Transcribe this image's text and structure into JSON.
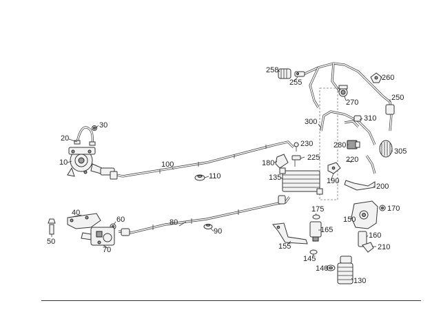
{
  "diagram": {
    "callouts": [
      {
        "id": "c10",
        "text": "10"
      },
      {
        "id": "c20",
        "text": "20"
      },
      {
        "id": "c30",
        "text": "30"
      },
      {
        "id": "c40",
        "text": "40"
      },
      {
        "id": "c50",
        "text": "50"
      },
      {
        "id": "c60",
        "text": "60"
      },
      {
        "id": "c70",
        "text": "70"
      },
      {
        "id": "c80",
        "text": "80"
      },
      {
        "id": "c90",
        "text": "90"
      },
      {
        "id": "c100",
        "text": "100"
      },
      {
        "id": "c110",
        "text": "110"
      },
      {
        "id": "c130",
        "text": "130"
      },
      {
        "id": "c135",
        "text": "135"
      },
      {
        "id": "c140",
        "text": "140"
      },
      {
        "id": "c145",
        "text": "145"
      },
      {
        "id": "c150",
        "text": "150"
      },
      {
        "id": "c155",
        "text": "155"
      },
      {
        "id": "c160",
        "text": "160"
      },
      {
        "id": "c165",
        "text": "165"
      },
      {
        "id": "c170",
        "text": "170"
      },
      {
        "id": "c175",
        "text": "175"
      },
      {
        "id": "c180",
        "text": "180"
      },
      {
        "id": "c190",
        "text": "190"
      },
      {
        "id": "c200",
        "text": "200"
      },
      {
        "id": "c210",
        "text": "210"
      },
      {
        "id": "c220",
        "text": "220"
      },
      {
        "id": "c225",
        "text": "225"
      },
      {
        "id": "c230",
        "text": "230"
      },
      {
        "id": "c250",
        "text": "250"
      },
      {
        "id": "c255",
        "text": "255"
      },
      {
        "id": "c258",
        "text": "258"
      },
      {
        "id": "c260",
        "text": "260"
      },
      {
        "id": "c270",
        "text": "270"
      },
      {
        "id": "c280",
        "text": "280"
      },
      {
        "id": "c300",
        "text": "300"
      },
      {
        "id": "c305",
        "text": "305"
      },
      {
        "id": "c310",
        "text": "310"
      }
    ]
  }
}
